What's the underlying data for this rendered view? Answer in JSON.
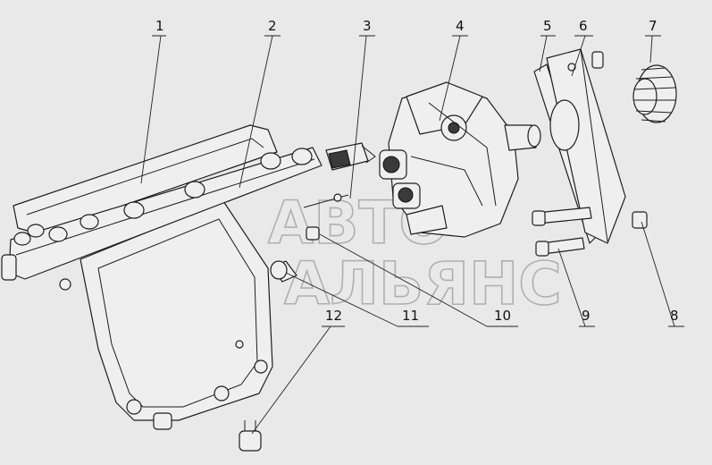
{
  "callouts": [
    {
      "label": "1"
    },
    {
      "label": "2"
    },
    {
      "label": "3"
    },
    {
      "label": "4"
    },
    {
      "label": "5"
    },
    {
      "label": "6"
    },
    {
      "label": "7"
    },
    {
      "label": "8"
    },
    {
      "label": "9"
    },
    {
      "label": "10"
    },
    {
      "label": "11"
    },
    {
      "label": "12"
    }
  ],
  "watermark": {
    "line1": "АВТО",
    "line2": "АЛЬЯНС"
  },
  "colors": {
    "background": "#e9e9e9",
    "line": "#1e1e1e",
    "watermark": "#9c9c9c"
  }
}
